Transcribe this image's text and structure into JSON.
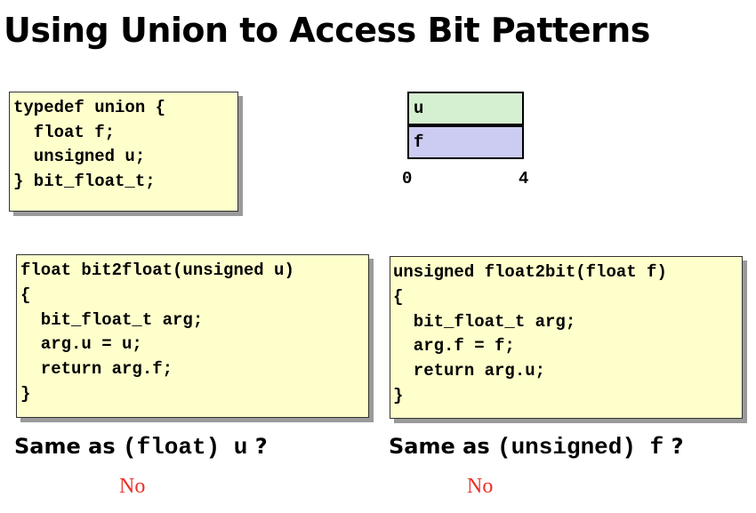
{
  "title": "Using Union to Access Bit Patterns",
  "typedef_code": [
    "typedef union {",
    "  float f;",
    "  unsigned u;",
    "} bit_float_t;"
  ],
  "memory_diagram": {
    "rows": [
      {
        "label": "u",
        "color": "#d5f0d0"
      },
      {
        "label": "f",
        "color": "#ccccf2"
      }
    ],
    "ticks": [
      "0",
      "4"
    ]
  },
  "bit2float_code": [
    "float bit2float(unsigned u)",
    "{",
    "  bit_float_t arg;",
    "  arg.u = u;",
    "  return arg.f;",
    "}"
  ],
  "float2bit_code": [
    "unsigned float2bit(float f)",
    "{",
    "  bit_float_t arg;",
    "  arg.f = f;",
    "  return arg.u;",
    "}"
  ],
  "questions": {
    "left": {
      "prefix": "Same as ",
      "code": "(float) u",
      "suffix": "?",
      "answer": "No"
    },
    "right": {
      "prefix": "Same as ",
      "code": "(unsigned) f",
      "suffix": "?",
      "answer": "No"
    }
  },
  "colors": {
    "code_background": "#ffffcc",
    "answer": "#e8322a"
  }
}
